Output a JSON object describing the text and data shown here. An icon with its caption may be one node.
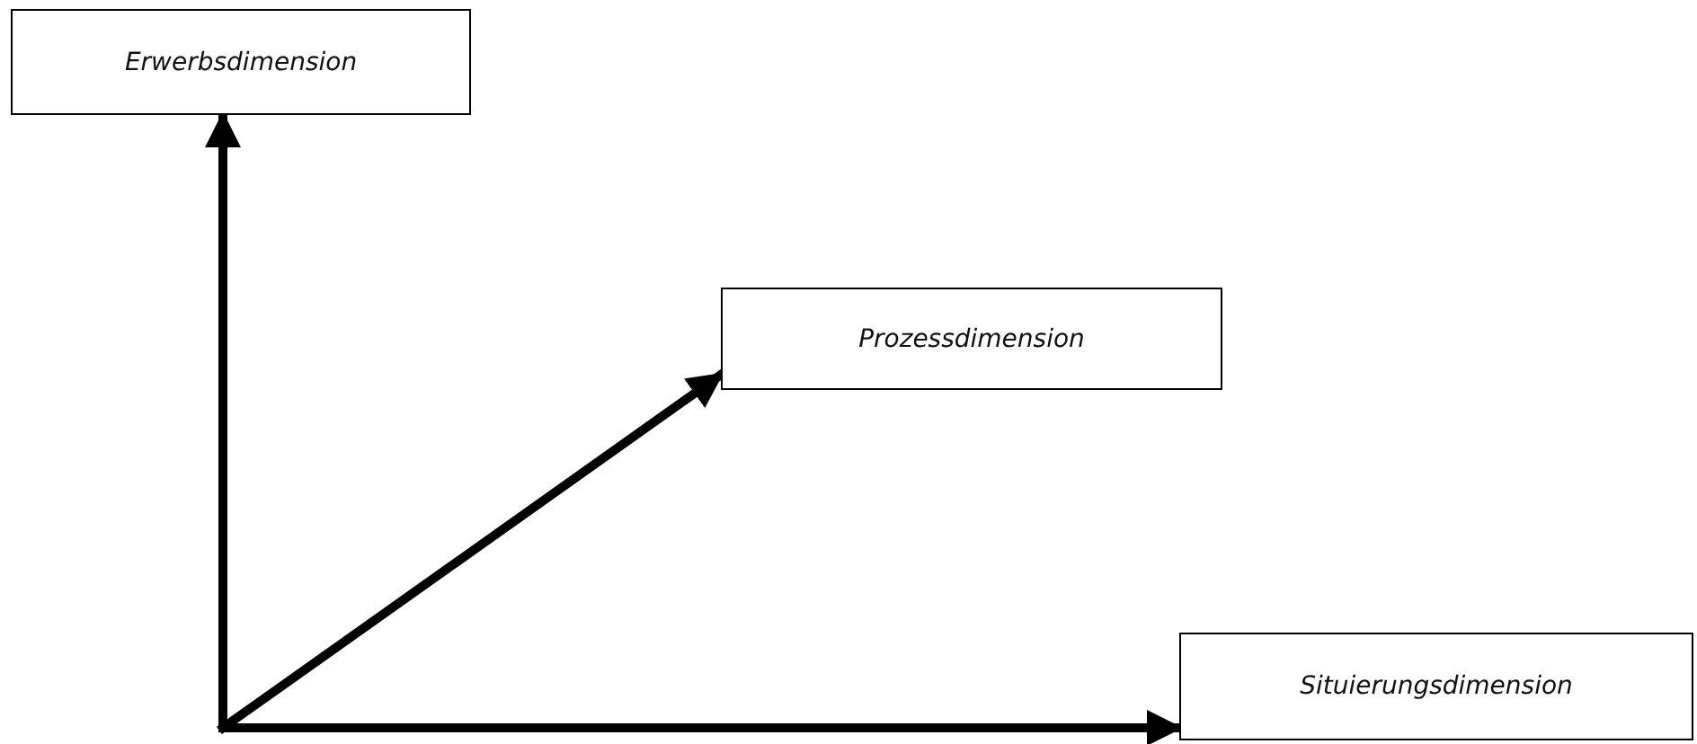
{
  "diagram": {
    "nodes": [
      {
        "text": [
          "Erwerbsdimension"
        ]
      },
      {
        "text": [
          "Prozessdimension"
        ]
      },
      {
        "text": [
          "Situierungsdimension"
        ]
      }
    ],
    "edges": [
      {
        "from": null,
        "to": 0,
        "arrow": "to"
      },
      {
        "from": null,
        "to": 1,
        "arrow": "to"
      },
      {
        "from": null,
        "to": 2,
        "arrow": "to"
      }
    ]
  }
}
